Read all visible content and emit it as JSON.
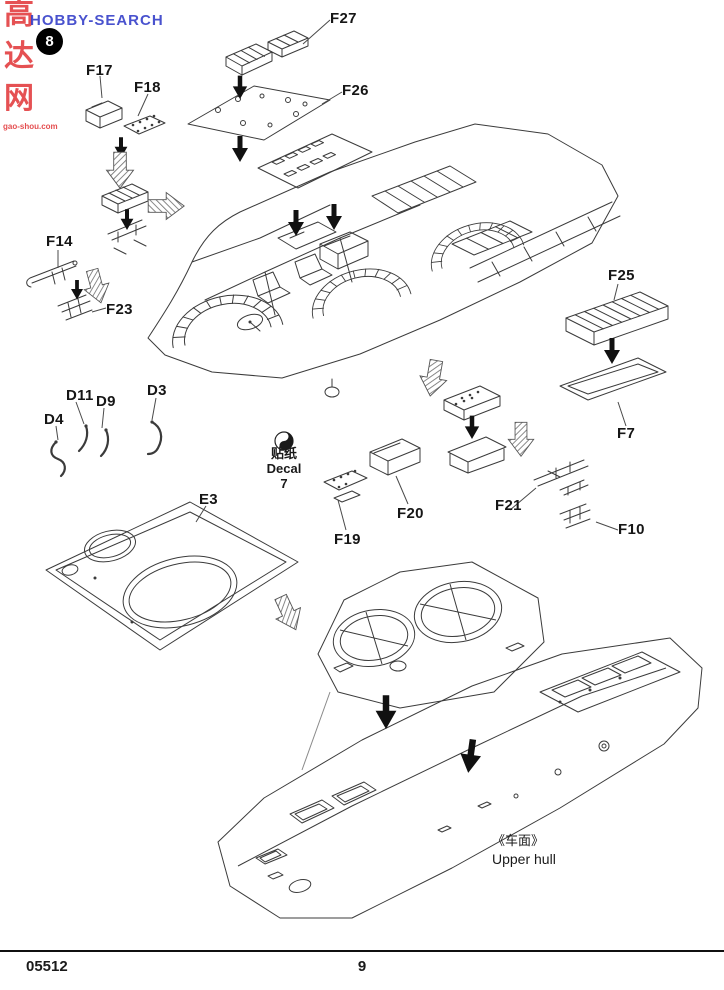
{
  "page": {
    "step_number": "8",
    "product_code": "05512",
    "page_number": "9"
  },
  "watermark": {
    "char1": "高",
    "char2": "达",
    "char3": "网",
    "brand": "HOBBY-SEARCH",
    "url": "gao-shou.com",
    "red": "#e23a3c",
    "blue": "#2a35c6"
  },
  "callouts": {
    "f27": "F27",
    "f17": "F17",
    "f18": "F18",
    "f26": "F26",
    "f14": "F14",
    "f23": "F23",
    "f25": "F25",
    "d11": "D11",
    "d9": "D9",
    "d3": "D3",
    "d4": "D4",
    "e3": "E3",
    "f7": "F7",
    "f19": "F19",
    "f20": "F20",
    "f21": "F21",
    "f10": "F10"
  },
  "decal_note": {
    "zh": "贴纸",
    "en": "Decal",
    "num": "7"
  },
  "hull_note": {
    "zh": "《车面》",
    "en": "Upper hull"
  }
}
